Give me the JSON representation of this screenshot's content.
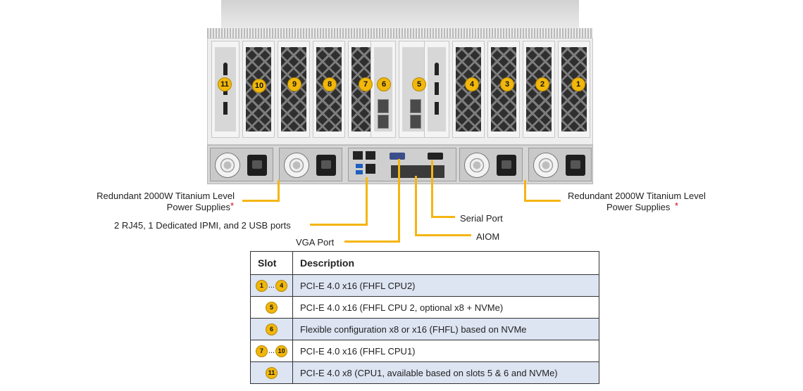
{
  "slot_numbers": [
    "11",
    "10",
    "9",
    "8",
    "7",
    "6",
    "5",
    "4",
    "3",
    "2",
    "1"
  ],
  "callouts": {
    "psu_left_line1": "Redundant 2000W Titanium Level",
    "psu_left_line2": "Power Supplies",
    "psu_right_line1": "Redundant 2000W Titanium Level",
    "psu_right_line2": "Power Supplies",
    "asterisk": "*",
    "rj45_usb": "2 RJ45, 1 Dedicated IPMI, and 2 USB ports",
    "vga": "VGA Port",
    "serial": "Serial Port",
    "aiom": "AIOM"
  },
  "table": {
    "header_slot": "Slot",
    "header_description": "Description",
    "ellipsis": "...",
    "rows": [
      {
        "slot_start": "1",
        "slot_end": "4",
        "description": "PCI-E 4.0 x16 (FHFL CPU2)"
      },
      {
        "slot_start": "5",
        "slot_end": "",
        "description": "PCI-E 4.0 x16 (FHFL CPU 2, optional x8 + NVMe)"
      },
      {
        "slot_start": "6",
        "slot_end": "",
        "description": "Flexible configuration x8 or x16 (FHFL) based on NVMe"
      },
      {
        "slot_start": "7",
        "slot_end": "10",
        "description": "PCI-E 4.0 x16 (FHFL CPU1)"
      },
      {
        "slot_start": "11",
        "slot_end": "",
        "description": "PCI-E 4.0 x8 (CPU1, available based on slots 5 & 6 and NVMe)"
      }
    ]
  },
  "colors": {
    "badge": "#f1b70b",
    "leader": "#f5b512",
    "row_alt": "#dde4f2",
    "asterisk": "#d0021b"
  }
}
